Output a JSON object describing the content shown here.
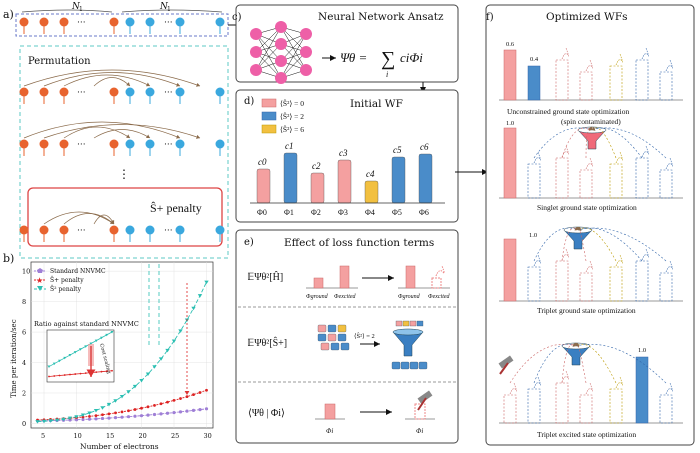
{
  "panel_a": {
    "label": "a)",
    "n_left": "N",
    "n_right": "N",
    "n_sub": "1",
    "dots": "···",
    "permutation": "Permutation",
    "penalty": "Ŝ+ penalty"
  },
  "panel_b": {
    "label": "b)",
    "ylabel": "Time per iteration/sec",
    "xlabel": "Number of electrons",
    "inset_title": "Ratio against standard NNVMC",
    "inset_annotation": "Cost scaling",
    "legend": [
      "Standard NNVMC",
      "Ŝ+ penalty",
      "Ŝ² penalty"
    ],
    "xticks": [
      "5",
      "10",
      "15",
      "20",
      "25",
      "30"
    ],
    "yticks": [
      "0",
      "2",
      "4",
      "6",
      "8",
      "10"
    ]
  },
  "panel_c": {
    "label": "c)",
    "title": "Neural Network Ansatz",
    "equation_lhs": "Ψθ =",
    "equation_sum": "∑",
    "equation_idx": "i",
    "equation_rhs": "ciΦi"
  },
  "panel_d": {
    "label": "d)",
    "title": "Initial WF",
    "legend": [
      "⟨Ŝ²⟩ = 0",
      "⟨Ŝ²⟩ = 2",
      "⟨Ŝ²⟩ = 6"
    ],
    "bars": [
      "c0",
      "c1",
      "c2",
      "c3",
      "c4",
      "c5",
      "c6"
    ],
    "phis": [
      "Φ0",
      "Φ1",
      "Φ2",
      "Φ3",
      "Φ4",
      "Φ5",
      "Φ6"
    ],
    "colors": {
      "s0": "#f4a0a0",
      "s2": "#4a8cc9",
      "s6": "#f2c040"
    }
  },
  "panel_e": {
    "label": "e)",
    "title": "Effect of loss function terms",
    "row1_term": "𝔼Ψθ²[Ĥ]",
    "row1_labels": [
      "Φground",
      "Φexcited",
      "Φground",
      "Φexcited"
    ],
    "row2_term": "𝔼Ψθ²[Ŝ+]",
    "row2_note": "⟨Ŝ²⟩ = 2",
    "row3_term": "⟨Ψθ | Φi⟩",
    "row3_labels": [
      "Φi",
      "Φi"
    ]
  },
  "panel_f": {
    "label": "f)",
    "title": "Optimized WFs",
    "captions": [
      "Unconstrained ground state optimization",
      "(spin contaminated)",
      "Singlet ground state optimization",
      "Triplet ground state optimization",
      "Triplet excited state optimization"
    ],
    "values": [
      "0.6",
      "0.4",
      "1.0",
      "1.0",
      "1.0"
    ]
  }
}
